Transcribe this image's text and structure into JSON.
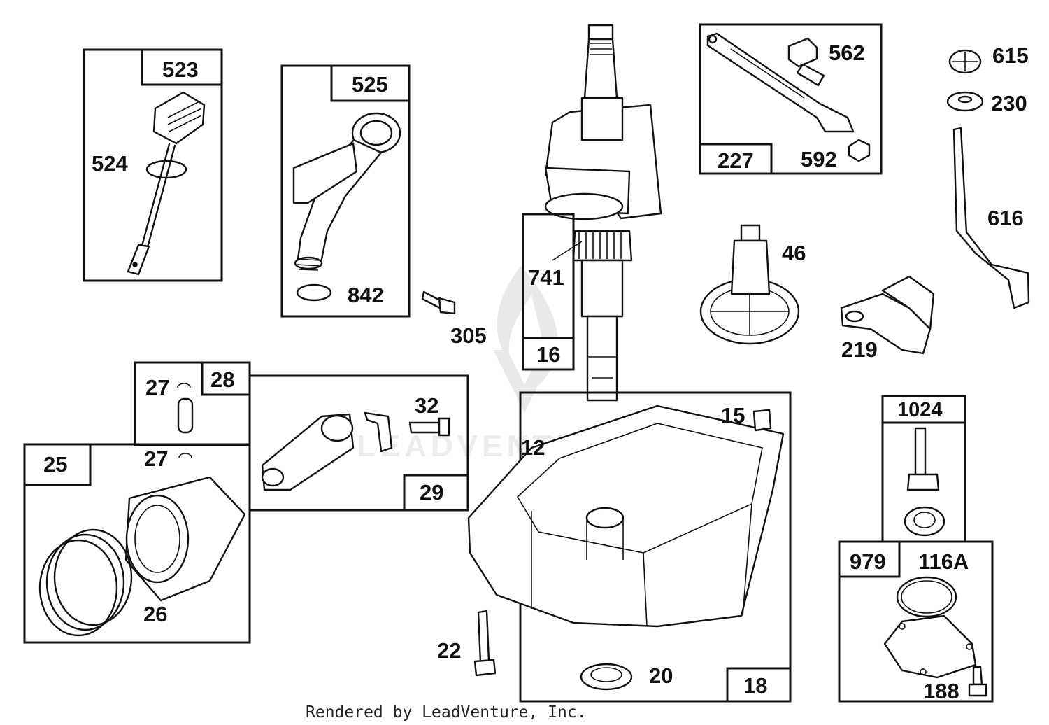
{
  "watermark": "LEADVENTURE",
  "footer": "Rendered by LeadVenture, Inc.",
  "callouts": {
    "p523": "523",
    "p524": "524",
    "p525": "525",
    "p842": "842",
    "p305": "305",
    "p741": "741",
    "p16": "16",
    "p227": "227",
    "p562": "562",
    "p592": "592",
    "p615": "615",
    "p230": "230",
    "p616": "616",
    "p46": "46",
    "p219": "219",
    "p28": "28",
    "p27a": "27",
    "p27b": "27",
    "p25": "25",
    "p26": "26",
    "p29": "29",
    "p32": "32",
    "p12": "12",
    "p15": "15",
    "p18": "18",
    "p20": "20",
    "p22": "22",
    "p1024": "1024",
    "p979": "979",
    "p116A": "116A",
    "p188": "188"
  }
}
